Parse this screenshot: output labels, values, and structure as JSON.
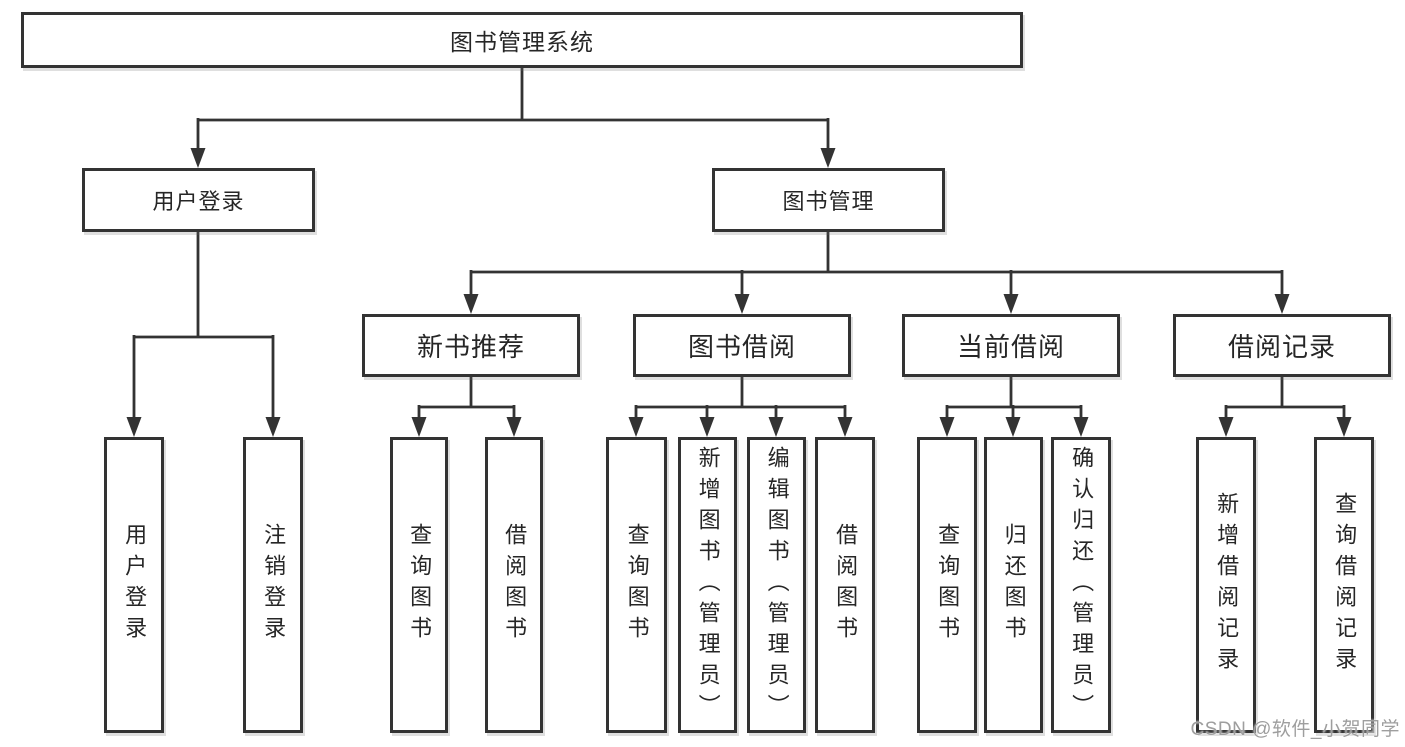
{
  "diagram": {
    "title": "图书管理系统",
    "nodes": {
      "root": "图书管理系统",
      "user_login": "用户登录",
      "book_mgmt": "图书管理",
      "new_book_rec": "新书推荐",
      "book_borrow": "图书借阅",
      "current_borrow": "当前借阅",
      "borrow_record": "借阅记录",
      "leaf_user_login": "用户登录",
      "leaf_logout": "注销登录",
      "leaf_nbr_query_book": "查询图书",
      "leaf_nbr_borrow_book": "借阅图书",
      "leaf_bb_query_book": "查询图书",
      "leaf_bb_add_book": "新增图书（管理员）",
      "leaf_bb_edit_book": "编辑图书（管理员）",
      "leaf_bb_borrow_book": "借阅图书",
      "leaf_cb_query_book": "查询图书",
      "leaf_cb_return_book": "归还图书",
      "leaf_cb_confirm_return": "确认归还（管理员）",
      "leaf_br_add_record": "新增借阅记录",
      "leaf_br_query_record": "查询借阅记录"
    },
    "edges": [
      [
        "root",
        "user_login"
      ],
      [
        "root",
        "book_mgmt"
      ],
      [
        "user_login",
        "leaf_user_login"
      ],
      [
        "user_login",
        "leaf_logout"
      ],
      [
        "book_mgmt",
        "new_book_rec"
      ],
      [
        "book_mgmt",
        "book_borrow"
      ],
      [
        "book_mgmt",
        "current_borrow"
      ],
      [
        "book_mgmt",
        "borrow_record"
      ],
      [
        "new_book_rec",
        "leaf_nbr_query_book"
      ],
      [
        "new_book_rec",
        "leaf_nbr_borrow_book"
      ],
      [
        "book_borrow",
        "leaf_bb_query_book"
      ],
      [
        "book_borrow",
        "leaf_bb_add_book"
      ],
      [
        "book_borrow",
        "leaf_bb_edit_book"
      ],
      [
        "book_borrow",
        "leaf_bb_borrow_book"
      ],
      [
        "current_borrow",
        "leaf_cb_query_book"
      ],
      [
        "current_borrow",
        "leaf_cb_return_book"
      ],
      [
        "current_borrow",
        "leaf_cb_confirm_return"
      ],
      [
        "borrow_record",
        "leaf_br_add_record"
      ],
      [
        "borrow_record",
        "leaf_br_query_record"
      ]
    ]
  },
  "watermark": {
    "text": "CSDN @软件_小贺同学",
    "color": "#9e9e9e"
  },
  "colors": {
    "line": "#333333",
    "text": "#262626",
    "box_fill": "#ffffff",
    "background": "#ffffff"
  }
}
